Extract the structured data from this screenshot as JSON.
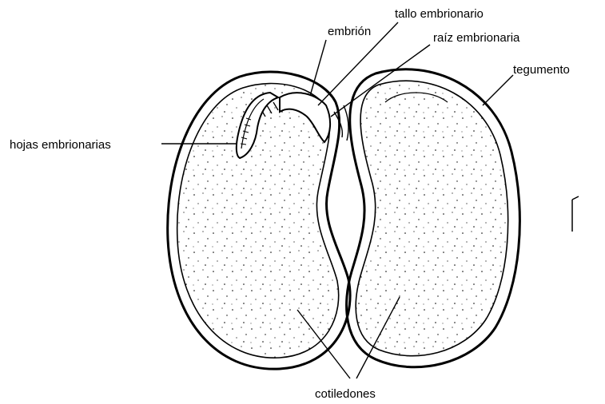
{
  "labels": {
    "embrion": "embrión",
    "tallo": "tallo embrionario",
    "raiz": "raíz embrionaria",
    "tegumento": "tegumento",
    "hojas": "hojas embrionarias",
    "cotiledones": "cotiledones"
  },
  "colors": {
    "ink": "#000000",
    "paper": "#ffffff"
  }
}
